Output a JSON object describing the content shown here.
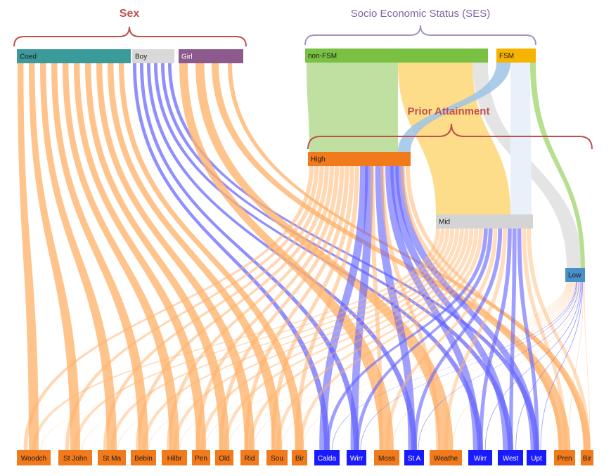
{
  "annotations": {
    "sex": {
      "text": "Sex",
      "color": "#c0504d"
    },
    "ses": {
      "text": "Socio Economic Status (SES)",
      "color": "#8064a2"
    },
    "prior": {
      "text": "Prior Attainment",
      "color": "#c0504d"
    }
  },
  "colors": {
    "flow_coed": "#ffb26b",
    "flow_boy": "#6464ff",
    "flow_girl": "#ffb26b",
    "ses_nonfsm_high": "#bfe0a0",
    "ses_nonfsm_mid": "#fddc8a",
    "ses_nonfsm_low": "#e4e4e4",
    "ses_fsm_high": "#9dc4e6",
    "ses_fsm_mid": "#e8f0fa",
    "ses_fsm_low": "#b6df8f"
  },
  "nodes": {
    "sex": [
      {
        "id": "coed",
        "label": "Coed",
        "color": "#3b9a9a",
        "text_color": "dark"
      },
      {
        "id": "boy",
        "label": "Boy",
        "color": "#d9d9d9",
        "text_color": "dark"
      },
      {
        "id": "girl",
        "label": "Girl",
        "color": "#8c5a8c",
        "text_color": "light"
      }
    ],
    "ses": [
      {
        "id": "nonfsm",
        "label": "non-FSM",
        "color": "#7ac143",
        "text_color": "dark"
      },
      {
        "id": "fsm",
        "label": "FSM",
        "color": "#f5b400",
        "text_color": "dark"
      }
    ],
    "prior": [
      {
        "id": "high",
        "label": "High",
        "color": "#f07a1c",
        "text_color": "dark"
      },
      {
        "id": "mid",
        "label": "Mid",
        "color": "#d4d4d4",
        "text_color": "dark"
      },
      {
        "id": "low",
        "label": "Low",
        "color": "#4a90c8",
        "text_color": "dark"
      }
    ],
    "schools": [
      {
        "label": "Woodch",
        "sex": "coed",
        "color": "#f07a1c"
      },
      {
        "label": "St John",
        "sex": "coed",
        "color": "#f07a1c"
      },
      {
        "label": "St Ma",
        "sex": "coed",
        "color": "#f07a1c"
      },
      {
        "label": "Bebin",
        "sex": "coed",
        "color": "#f07a1c"
      },
      {
        "label": "Hilbr",
        "sex": "coed",
        "color": "#f07a1c"
      },
      {
        "label": "Pen",
        "sex": "coed",
        "color": "#f07a1c"
      },
      {
        "label": "Old",
        "sex": "coed",
        "color": "#f07a1c"
      },
      {
        "label": "Rid",
        "sex": "coed",
        "color": "#f07a1c"
      },
      {
        "label": "Sou",
        "sex": "coed",
        "color": "#f07a1c"
      },
      {
        "label": "Bir",
        "sex": "coed",
        "color": "#f07a1c"
      },
      {
        "label": "Calda",
        "sex": "boy",
        "color": "#1a1aff"
      },
      {
        "label": "Wirr",
        "sex": "boy",
        "color": "#1a1aff"
      },
      {
        "label": "Moss",
        "sex": "girl",
        "color": "#f07a1c"
      },
      {
        "label": "St A",
        "sex": "boy",
        "color": "#1a1aff"
      },
      {
        "label": "Weathe",
        "sex": "girl",
        "color": "#f07a1c"
      },
      {
        "label": "Wirr",
        "sex": "boy",
        "color": "#1a1aff"
      },
      {
        "label": "West",
        "sex": "boy",
        "color": "#1a1aff"
      },
      {
        "label": "Upt",
        "sex": "boy",
        "color": "#1a1aff"
      },
      {
        "label": "Pren",
        "sex": "girl",
        "color": "#f07a1c"
      },
      {
        "label": "Bir",
        "sex": "girl",
        "color": "#f07a1c"
      }
    ]
  }
}
